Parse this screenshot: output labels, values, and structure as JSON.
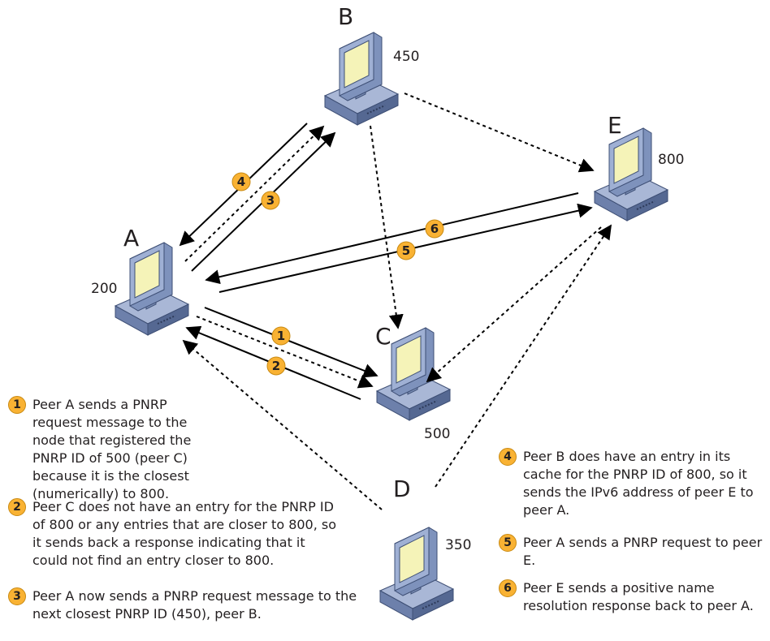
{
  "nodes": [
    {
      "key": "A",
      "letter": "A",
      "id": "200"
    },
    {
      "key": "B",
      "letter": "B",
      "id": "450"
    },
    {
      "key": "C",
      "letter": "C",
      "id": "500"
    },
    {
      "key": "D",
      "letter": "D",
      "id": "350"
    },
    {
      "key": "E",
      "letter": "E",
      "id": "800"
    }
  ],
  "badges": [
    "1",
    "2",
    "3",
    "4",
    "5",
    "6"
  ],
  "steps": [
    {
      "num": "1",
      "text": "Peer A sends a PNRP request message to the node that registered the PNRP ID of 500 (peer C) because it is the closest (numerically) to 800."
    },
    {
      "num": "2",
      "text": "Peer C does not have an entry for the PNRP ID of 800 or any entries that are closer to 800, so it sends back a response indicating that it could not find an entry closer to 800."
    },
    {
      "num": "3",
      "text": "Peer A now sends a PNRP request message to the next closest PNRP ID (450), peer B."
    },
    {
      "num": "4",
      "text": "Peer B does have an entry in its cache for the PNRP ID of 800, so it sends the IPv6 address of peer E to peer A."
    },
    {
      "num": "5",
      "text": "Peer A sends a PNRP request to peer E."
    },
    {
      "num": "6",
      "text": "Peer E sends a positive name resolution response back to peer A."
    }
  ],
  "colors": {
    "monitor_body": "#8fa3c7",
    "screen": "#f5f3b8",
    "badge": "#f9b233",
    "line": "#000000"
  },
  "icons": {
    "computer": "desktop-computer-icon",
    "badge": "numbered-circle"
  }
}
